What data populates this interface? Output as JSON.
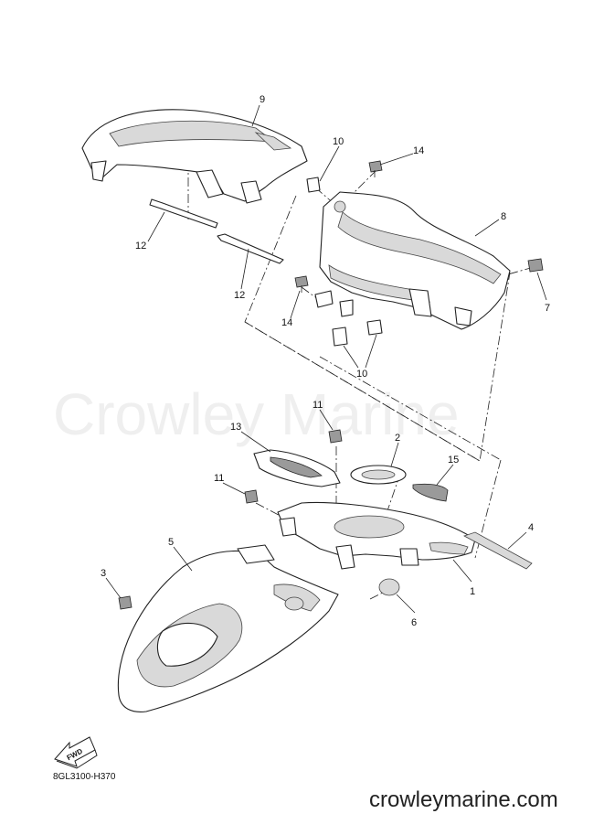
{
  "watermark": "Crowley Marine",
  "diagram_code": "8GL3100-H370",
  "site_url": "crowleymarine.com",
  "fwd_label": "FWD",
  "callouts": {
    "c1": "1",
    "c2": "2",
    "c3": "3",
    "c4": "4",
    "c5": "5",
    "c6": "6",
    "c7": "7",
    "c8": "8",
    "c9": "9",
    "c10a": "10",
    "c10b": "10",
    "c11a": "11",
    "c11b": "11",
    "c12a": "12",
    "c12b": "12",
    "c13": "13",
    "c14a": "14",
    "c14b": "14",
    "c15": "15"
  }
}
